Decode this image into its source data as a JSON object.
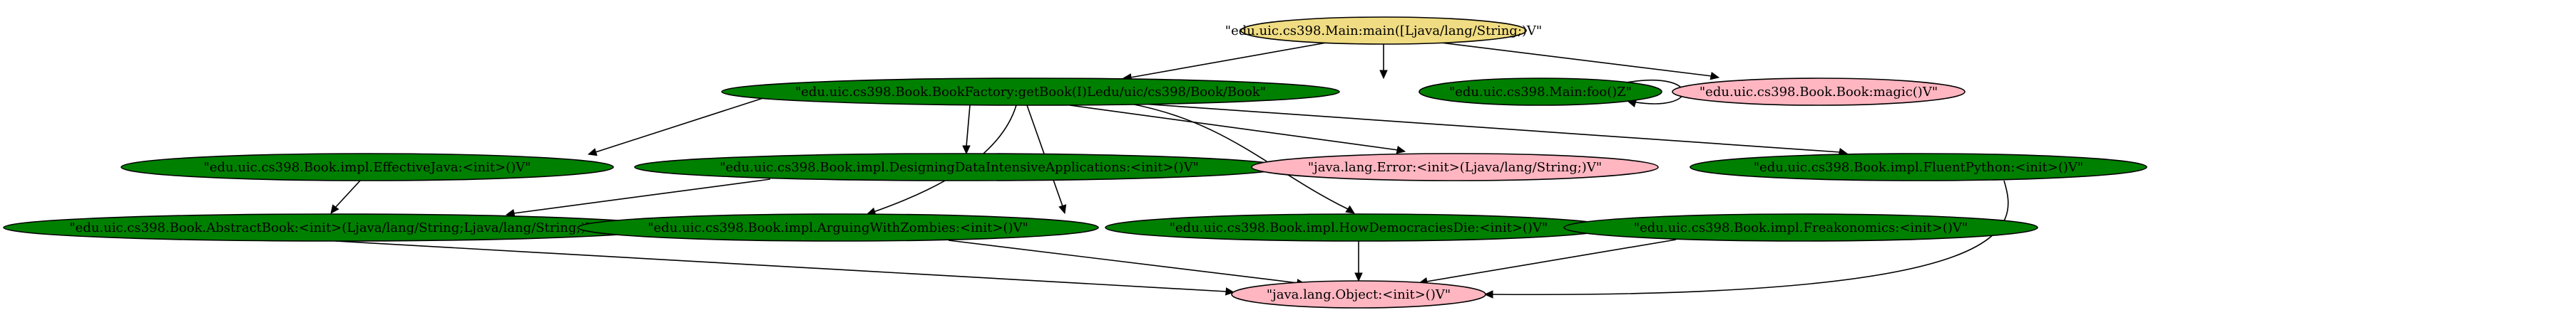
{
  "diagram": {
    "colors": {
      "root": "#f0dc82",
      "app": "#008000",
      "library": "#ffb6c1"
    },
    "nodes": [
      {
        "id": "main",
        "label": "\"edu.uic.cs398.Main:main([Ljava/lang/String;)V\"",
        "kind": "root"
      },
      {
        "id": "getBook",
        "label": "\"edu.uic.cs398.Book.BookFactory:getBook(I)Ledu/uic/cs398/Book/Book\"",
        "kind": "app"
      },
      {
        "id": "foo",
        "label": "\"edu.uic.cs398.Main:foo()Z\"",
        "kind": "app"
      },
      {
        "id": "magic",
        "label": "\"edu.uic.cs398.Book.Book:magic()V\"",
        "kind": "library"
      },
      {
        "id": "effectiveJava",
        "label": "\"edu.uic.cs398.Book.impl.EffectiveJava:<init>()V\"",
        "kind": "app"
      },
      {
        "id": "ddia",
        "label": "\"edu.uic.cs398.Book.impl.DesigningDataIntensiveApplications:<init>()V\"",
        "kind": "app"
      },
      {
        "id": "error",
        "label": "\"java.lang.Error:<init>(Ljava/lang/String;)V\"",
        "kind": "library"
      },
      {
        "id": "fluentPython",
        "label": "\"edu.uic.cs398.Book.impl.FluentPython:<init>()V\"",
        "kind": "app"
      },
      {
        "id": "abstractBook",
        "label": "\"edu.uic.cs398.Book.AbstractBook:<init>(Ljava/lang/String;Ljava/lang/String;)V\"",
        "kind": "app"
      },
      {
        "id": "zombies",
        "label": "\"edu.uic.cs398.Book.impl.ArguingWithZombies:<init>()V\"",
        "kind": "app"
      },
      {
        "id": "democracies",
        "label": "\"edu.uic.cs398.Book.impl.HowDemocraciesDie:<init>()V\"",
        "kind": "app"
      },
      {
        "id": "freakonomics",
        "label": "\"edu.uic.cs398.Book.impl.Freakonomics:<init>()V\"",
        "kind": "app"
      },
      {
        "id": "object",
        "label": "\"java.lang.Object:<init>()V\"",
        "kind": "library"
      }
    ],
    "edges": [
      {
        "from": "main",
        "to": "getBook"
      },
      {
        "from": "main",
        "to": "foo"
      },
      {
        "from": "main",
        "to": "magic"
      },
      {
        "from": "foo",
        "to": "foo"
      },
      {
        "from": "getBook",
        "to": "effectiveJava"
      },
      {
        "from": "getBook",
        "to": "ddia"
      },
      {
        "from": "getBook",
        "to": "error"
      },
      {
        "from": "getBook",
        "to": "fluentPython"
      },
      {
        "from": "getBook",
        "to": "zombies"
      },
      {
        "from": "getBook",
        "to": "democracies"
      },
      {
        "from": "getBook",
        "to": "freakonomics"
      },
      {
        "from": "effectiveJava",
        "to": "abstractBook"
      },
      {
        "from": "ddia",
        "to": "abstractBook"
      },
      {
        "from": "abstractBook",
        "to": "object"
      },
      {
        "from": "zombies",
        "to": "object"
      },
      {
        "from": "democracies",
        "to": "object"
      },
      {
        "from": "freakonomics",
        "to": "object"
      },
      {
        "from": "fluentPython",
        "to": "object"
      }
    ]
  }
}
